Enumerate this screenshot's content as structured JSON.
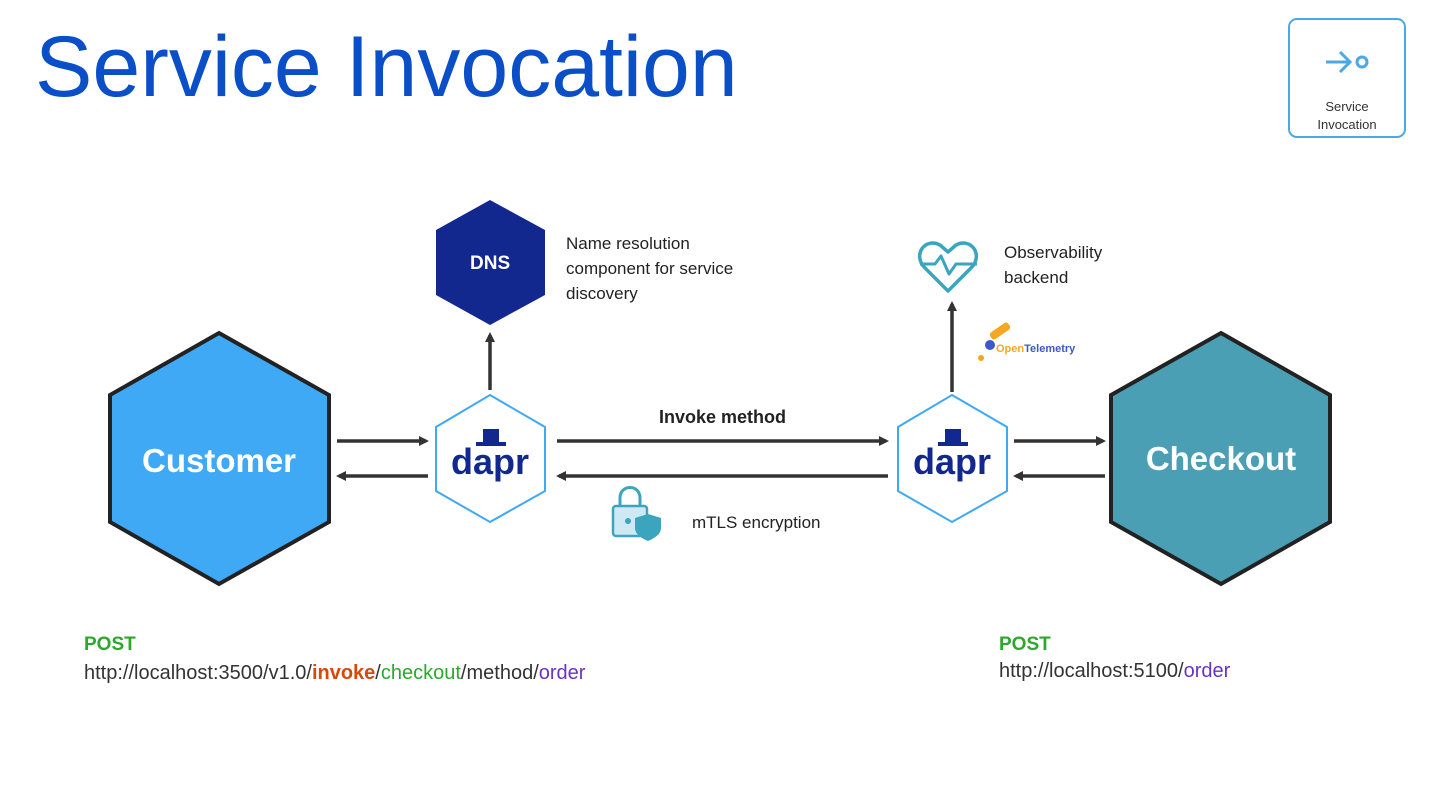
{
  "title": "Service Invocation",
  "badge": {
    "line1": "Service",
    "line2": "Invocation",
    "icon": "service-invocation-arrow-icon"
  },
  "nodes": {
    "dns": "DNS",
    "customer": "Customer",
    "checkout": "Checkout",
    "sidecar_left": "dapr",
    "sidecar_right": "dapr"
  },
  "notes": {
    "dns_line1": "Name resolution",
    "dns_line2": "component for service",
    "dns_line3": "discovery",
    "obs_line1": "Observability",
    "obs_line2": "backend",
    "invoke": "Invoke method",
    "mtls": "mTLS encryption",
    "otel_prefix": "Open",
    "otel_suffix": "Telemetry"
  },
  "requests": {
    "left": {
      "method": "POST",
      "base": "http://localhost:3500/v1.0/",
      "invoke": "invoke",
      "sep1": "/",
      "app": "checkout",
      "mid": "/method/",
      "route": "order"
    },
    "right": {
      "method": "POST",
      "base": "http://localhost:5100/",
      "route": "order"
    }
  },
  "colors": {
    "title": "#0a4fc7",
    "customer": "#3fa9f5",
    "checkout": "#4a9fb4",
    "dns": "#12288f",
    "sidecar_border": "#3fa9f5",
    "dapr_text": "#12288f",
    "icon_teal": "#3aa5bd",
    "post": "#2da72d",
    "invoke_keyword": "#d64a08",
    "route": "#6a34c2"
  }
}
